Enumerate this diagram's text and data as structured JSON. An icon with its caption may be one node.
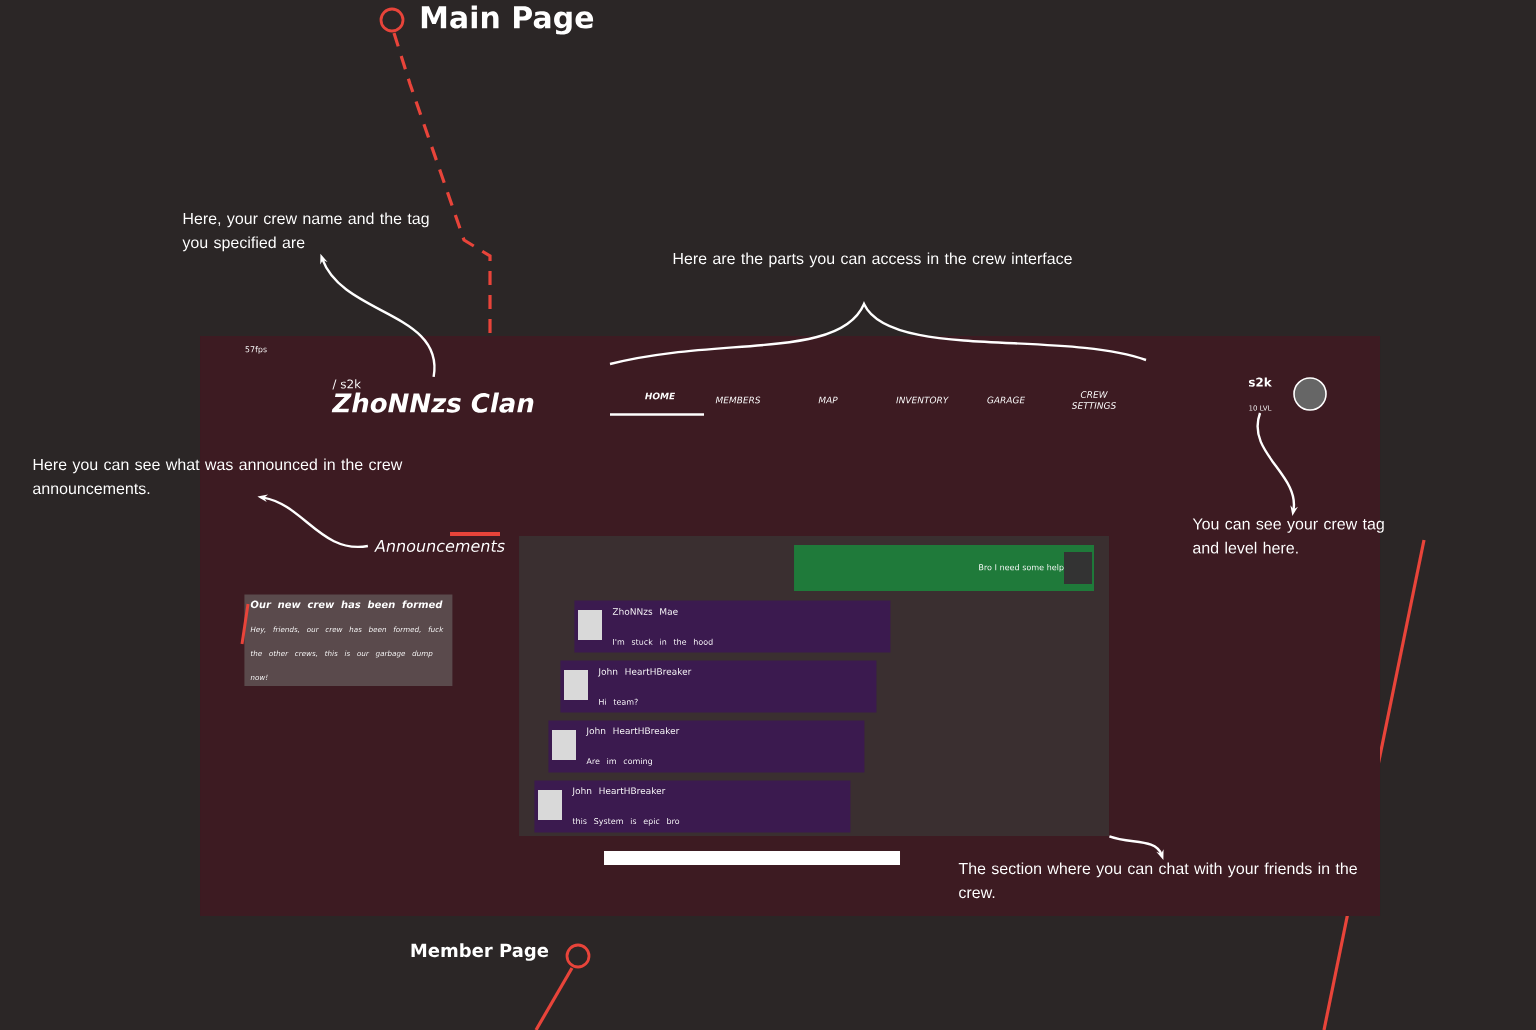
{
  "diagram": {
    "nodes": [
      {
        "text": [
          "Main Page"
        ]
      },
      {
        "text": [
          "Member Page"
        ]
      },
      {
        "text": [],
        "shape": "box"
      },
      {
        "text": [
          "/ s2k",
          "ZhoNNzs Clan"
        ],
        "in": 2
      },
      {
        "text": [
          "HOME"
        ],
        "in": 2
      },
      {
        "text": [
          "MEMBERS"
        ],
        "in": 2
      },
      {
        "text": [
          "MAP"
        ],
        "in": 2
      },
      {
        "text": [
          "INVENTORY"
        ],
        "in": 2
      },
      {
        "text": [
          "GARAGE"
        ],
        "in": 2
      },
      {
        "text": [
          "CREW SETTINGS"
        ],
        "in": 2
      },
      {
        "text": [
          "s2k",
          "10 LVL"
        ],
        "in": 2
      },
      {
        "text": [
          "Announcements"
        ],
        "in": 2
      },
      {
        "text": [
          "Our new crew has been formed",
          "Hey, friends, our crew has been formed, fuck the other crews, this is our garbage dump now!"
        ],
        "in": 2
      },
      {
        "text": [],
        "shape": "box",
        "in": 2
      },
      {
        "text": [
          "Bro I need some help"
        ],
        "in": 13
      },
      {
        "text": [
          "ZhoNNzs Mae",
          "I'm stuck in the hood"
        ],
        "in": 13
      },
      {
        "text": [
          "John HeartHBreaker",
          "Hi team?"
        ],
        "in": 13
      },
      {
        "text": [
          "John HeartHBreaker",
          "Are im coming"
        ],
        "in": 13
      },
      {
        "text": [
          "John HeartHBreaker",
          "this System is epic bro"
        ],
        "in": 13
      },
      {
        "text": [],
        "shape": "box",
        "in": 2
      },
      {
        "text": [
          "Here, your crew name and the tag you specified are"
        ]
      },
      {
        "text": [
          "Here are the parts you can access in the crew interface"
        ]
      },
      {
        "text": [
          "Here you can see what was announced in the crew announcements."
        ]
      },
      {
        "text": [
          "You can see your crew tag and level here."
        ],
        "in": 2
      },
      {
        "text": [
          "The section where you can chat with your friends in the crew."
        ],
        "in": 2
      }
    ],
    "edges": [
      {
        "from": 3,
        "to": 20,
        "arrow": "to"
      },
      {
        "from": 11,
        "to": 22,
        "arrow": "to"
      },
      {
        "from": 10,
        "to": 23,
        "arrow": "to"
      },
      {
        "from": 13,
        "to": 24,
        "arrow": "to"
      },
      {
        "from": 0,
        "to": 2,
        "arrow": "none",
        "style": "dashed",
        "color": "#e8443a"
      },
      {
        "from": 1,
        "to": null,
        "arrow": "none",
        "color": "#e8443a"
      }
    ],
    "labels": [
      "57fps"
    ]
  }
}
